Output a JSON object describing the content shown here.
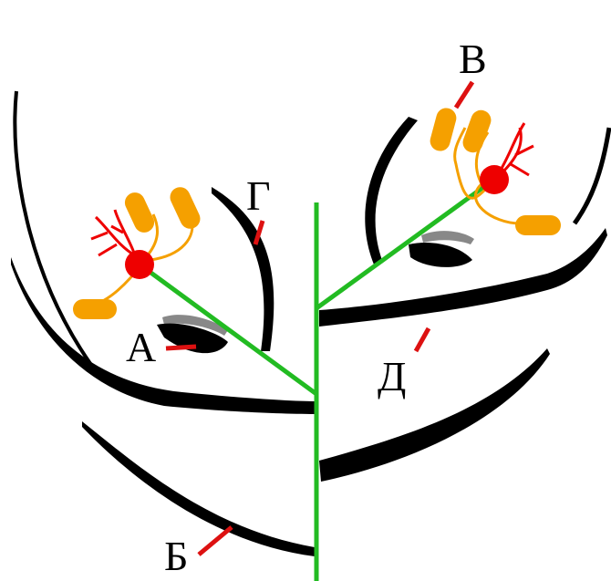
{
  "labels": {
    "a": "А",
    "b": "Б",
    "v": "В",
    "g": "Г",
    "d": "Д"
  },
  "colors": {
    "axis": "#22bb22",
    "bract": "#000000",
    "pistil": "#ee0000",
    "stamen": "#f5a000",
    "stigma": "#ee0000",
    "pointer": "#dd1111",
    "scale_shadow": "#888888"
  }
}
